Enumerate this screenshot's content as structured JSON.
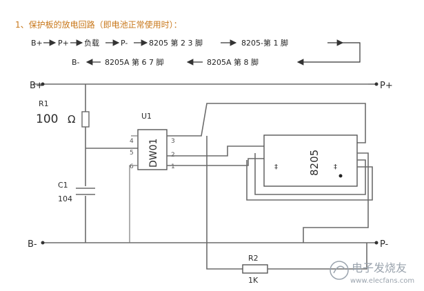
{
  "title": "1、保护板的放电回路（即电池正常使用时）：",
  "flow_top": {
    "b_plus": "B+",
    "p_plus": "P+",
    "load": "负载",
    "p_minus": "P-",
    "pins_8205_23": "8205 第 2 3 脚",
    "pins_8205_1": "8205-第 1 脚"
  },
  "flow_bottom": {
    "b_minus": "B-",
    "pins_8205a_67": "8205A 第 6 7 脚",
    "pins_8205a_8": "8205A 第 8 脚"
  },
  "nodes": {
    "b_plus": "B+",
    "b_minus": "B-",
    "p_plus": "P+",
    "p_minus": "P-"
  },
  "r1": {
    "ref": "R1",
    "value": "100",
    "unit": "Ω"
  },
  "c1": {
    "ref": "C1",
    "value": "104"
  },
  "u1": {
    "ref": "U1",
    "part": "DW01",
    "pins": [
      "4",
      "5",
      "6",
      "3",
      "2",
      "1"
    ]
  },
  "mosfet": {
    "part": "8205",
    "symbols": [
      "‡",
      "‡"
    ]
  },
  "r2": {
    "ref": "R2",
    "value": "1K"
  },
  "watermark": {
    "cn": "电子发烧友",
    "url": "www.elecfans.com"
  }
}
